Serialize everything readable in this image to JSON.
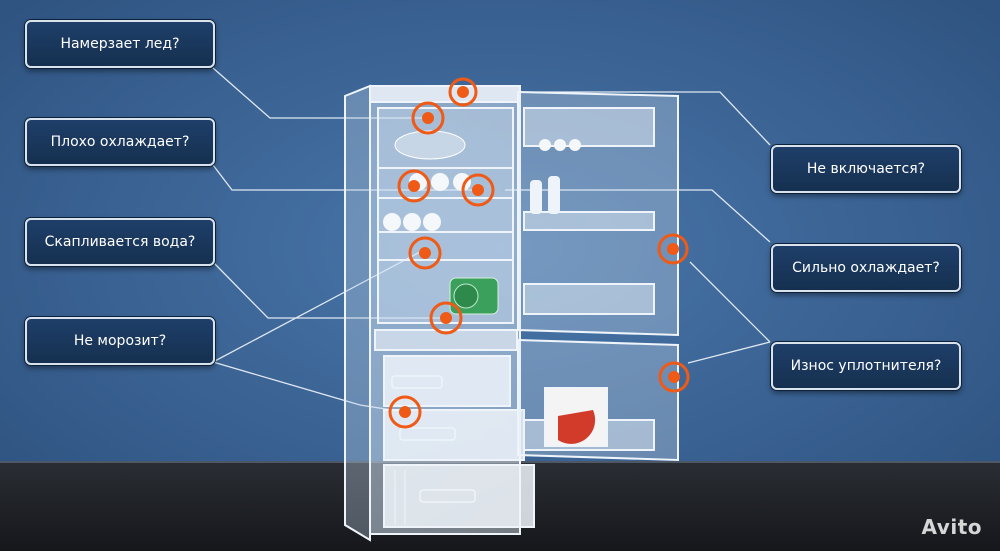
{
  "labels": {
    "freezes_ice": "Намерзает лед?",
    "cools_poorly": "Плохо охлаждает?",
    "water_drips": "Скапливается вода?",
    "not_freezing": "Не морозит?",
    "not_turning_on": "Не включается?",
    "overcools": "Сильно охлаждает?",
    "seal_wear": "Износ уплотнителя?"
  },
  "watermark": "Avito",
  "colors": {
    "background": "#3a6192",
    "floor": "#1c1f24",
    "fridge_outline": "#eaf1f8",
    "hotspot": "#ef5a16",
    "label_bg": "#1a365b",
    "label_border": "#d9e3ee"
  }
}
